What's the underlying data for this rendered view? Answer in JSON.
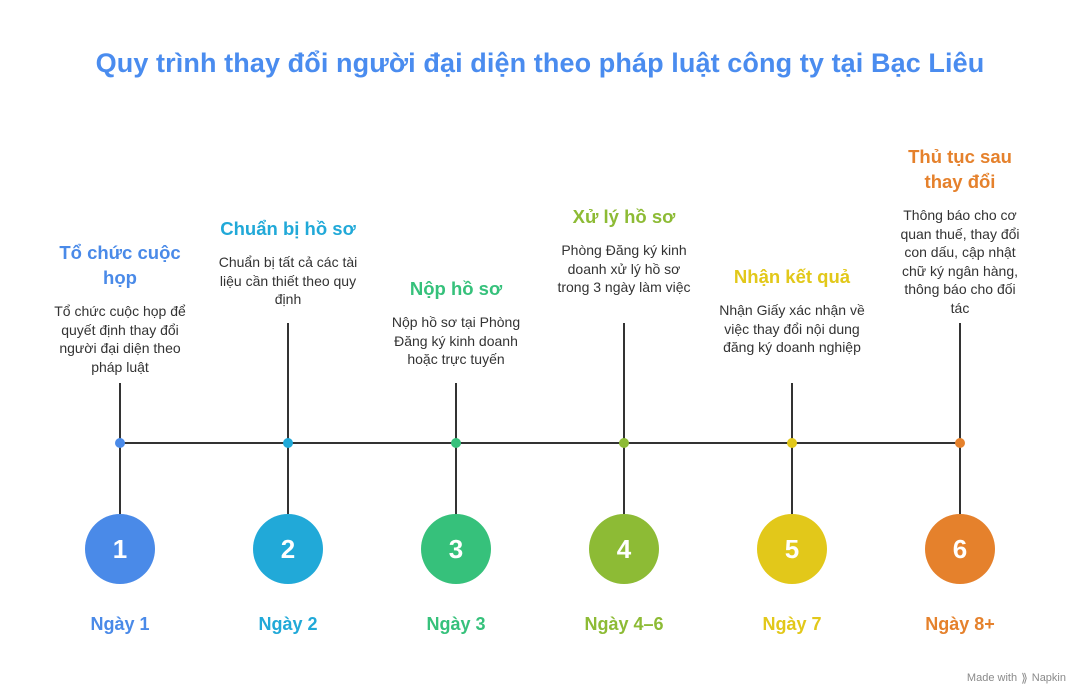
{
  "title": "Quy trình thay đổi người đại diện theo pháp luật công ty tại Bạc Liêu",
  "steps": [
    {
      "number": "1",
      "heading": "Tổ chức cuộc họp",
      "description": "Tổ chức cuộc họp để quyết định thay đổi người đại diện theo pháp luật",
      "day": "Ngày 1",
      "color": "#4a8ae8"
    },
    {
      "number": "2",
      "heading": "Chuẩn bị hồ sơ",
      "description": "Chuẩn bị tất cả các tài liệu cần thiết theo quy định",
      "day": "Ngày 2",
      "color": "#21a9d8"
    },
    {
      "number": "3",
      "heading": "Nộp hồ sơ",
      "description": "Nộp hồ sơ tại Phòng Đăng ký kinh doanh hoặc trực tuyến",
      "day": "Ngày 3",
      "color": "#36c17b"
    },
    {
      "number": "4",
      "heading": "Xử lý hồ sơ",
      "description": "Phòng Đăng ký kinh doanh xử lý hồ sơ trong 3 ngày làm việc",
      "day": "Ngày 4–6",
      "color": "#8dbb35"
    },
    {
      "number": "5",
      "heading": "Nhận kết quả",
      "description": "Nhận Giấy xác nhận về việc thay đổi nội dung đăng ký doanh nghiệp",
      "day": "Ngày 7",
      "color": "#e2c81a"
    },
    {
      "number": "6",
      "heading": "Thủ tục sau thay đổi",
      "description": "Thông báo cho cơ quan thuế, thay đổi con dấu, cập nhật chữ ký ngân hàng, thông báo cho đối tác",
      "day": "Ngày 8+",
      "color": "#e5812c"
    }
  ],
  "footer": {
    "made_with": "Made with",
    "brand": "Napkin",
    "icon": "napkin-logo-icon"
  },
  "colors": {
    "title": "#4a8cef",
    "timeline_line": "#333333",
    "description_text": "#333333"
  }
}
